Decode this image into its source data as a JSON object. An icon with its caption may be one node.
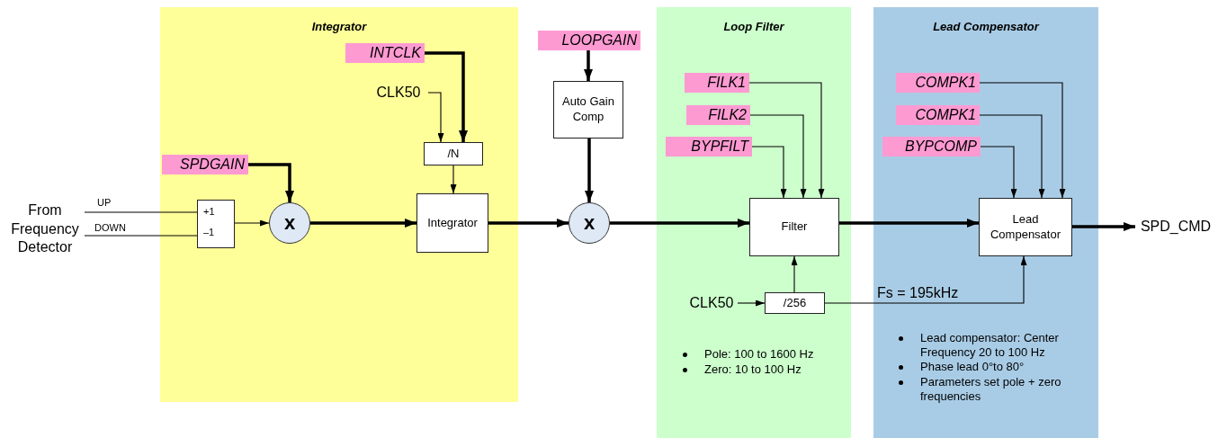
{
  "diagram": {
    "nodes": [
      {
        "text": [
          "Integrator"
        ]
      },
      {
        "text": [
          "Loop Filter"
        ]
      },
      {
        "text": [
          "Lead Compensator"
        ]
      },
      {
        "text": [
          "From Frequency Detector"
        ]
      },
      {
        "text": [
          "+1",
          "–1"
        ],
        "in": 0
      },
      {
        "text": [
          "SPDGAIN"
        ],
        "in": 0
      },
      {
        "text": [
          "x"
        ],
        "in": 0
      },
      {
        "text": [
          "INTCLK"
        ],
        "in": 0
      },
      {
        "text": [
          "CLK50"
        ],
        "in": 0
      },
      {
        "text": [
          "/N"
        ],
        "in": 0
      },
      {
        "text": [
          "Integrator"
        ],
        "in": 0
      },
      {
        "text": [
          "LOOPGAIN"
        ]
      },
      {
        "text": [
          "Auto Gain Comp"
        ]
      },
      {
        "text": [
          "x"
        ]
      },
      {
        "text": [
          "FILK1"
        ],
        "in": 1
      },
      {
        "text": [
          "FILK2"
        ],
        "in": 1
      },
      {
        "text": [
          "BYPFILT"
        ],
        "in": 1
      },
      {
        "text": [
          "Filter"
        ],
        "in": 1
      },
      {
        "text": [
          "CLK50"
        ],
        "in": 1
      },
      {
        "text": [
          "/256"
        ],
        "in": 1
      },
      {
        "text": [
          "COMPK1"
        ],
        "in": 2
      },
      {
        "text": [
          "COMPK1"
        ],
        "in": 2
      },
      {
        "text": [
          "BYPCOMP"
        ],
        "in": 2
      },
      {
        "text": [
          "Lead Compensator"
        ],
        "in": 2
      },
      {
        "text": [
          "SPD_CMD"
        ]
      }
    ],
    "edges": [
      {
        "from": 3,
        "to": 4,
        "arrow": "none",
        "label": "UP"
      },
      {
        "from": 3,
        "to": 4,
        "arrow": "none",
        "label": "DOWN"
      },
      {
        "from": 4,
        "to": 6,
        "arrow": "to"
      },
      {
        "from": 5,
        "to": 6,
        "arrow": "to",
        "style": "thick"
      },
      {
        "from": 6,
        "to": 10,
        "arrow": "to",
        "style": "thick"
      },
      {
        "from": 7,
        "to": 9,
        "arrow": "to",
        "style": "thick"
      },
      {
        "from": 8,
        "to": 9,
        "arrow": "to"
      },
      {
        "from": 9,
        "to": 10,
        "arrow": "to"
      },
      {
        "from": 10,
        "to": 13,
        "arrow": "to",
        "style": "thick"
      },
      {
        "from": 11,
        "to": 12,
        "arrow": "to",
        "style": "thick"
      },
      {
        "from": 12,
        "to": 13,
        "arrow": "to",
        "style": "thick"
      },
      {
        "from": 13,
        "to": 17,
        "arrow": "to",
        "style": "thick"
      },
      {
        "from": 14,
        "to": 17,
        "arrow": "to"
      },
      {
        "from": 15,
        "to": 17,
        "arrow": "to"
      },
      {
        "from": 16,
        "to": 17,
        "arrow": "to"
      },
      {
        "from": 17,
        "to": 23,
        "arrow": "to",
        "style": "thick"
      },
      {
        "from": 18,
        "to": 19,
        "arrow": "to"
      },
      {
        "from": 19,
        "to": 17,
        "arrow": "to"
      },
      {
        "from": 19,
        "to": 23,
        "arrow": "to",
        "label": "Fs = 195kHz"
      },
      {
        "from": 20,
        "to": 23,
        "arrow": "to"
      },
      {
        "from": 21,
        "to": 23,
        "arrow": "to"
      },
      {
        "from": 22,
        "to": 23,
        "arrow": "to"
      },
      {
        "from": 23,
        "to": 24,
        "arrow": "to",
        "style": "thick"
      }
    ],
    "labels": [
      "Pole: 100 to 1600 Hz",
      "Zero: 10 to 100 Hz",
      "Lead compensator: Center Frequency 20 to 100 Hz",
      "Phase lead 0°to 80°",
      "Parameters set pole + zero frequencies"
    ]
  }
}
